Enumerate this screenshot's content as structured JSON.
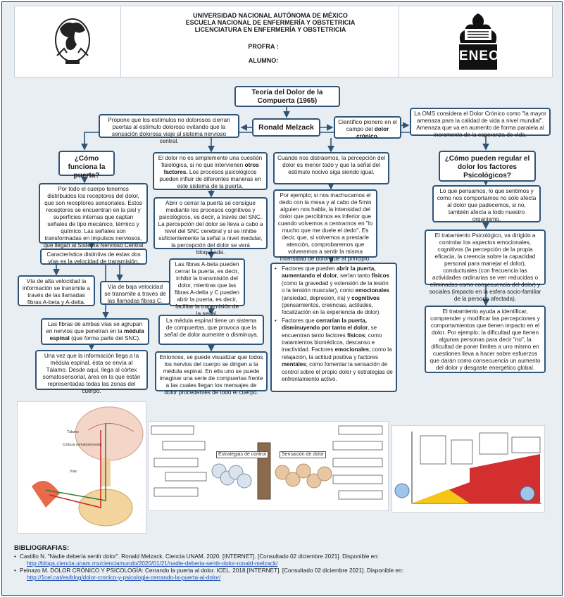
{
  "header": {
    "line1": "UNIVERSIDAD NACIONAL AUTÓNOMA DE   MÉXICO",
    "line2": "ESCUELA NACIONAL DE ENFERMERÍA Y   OBSTETRICIA",
    "line3": "LICENCIATURA EN ENFERMERÍA Y   OBSTETRICIA",
    "profesor": "PROFRA :",
    "alumno": "ALUMNO:",
    "eneo_text": "ENEO"
  },
  "map": {
    "title": "Teoría del Dolor de la Compuerta (1965)",
    "author": "Ronald Melzack",
    "propone": "Propone que los estímulos no dolorosos cierran puertas al estímulo doloroso evitando que la sensación dolorosa viaje al sistema nervioso central.",
    "cientifico_a": "Científico pionero en el campo del ",
    "cientifico_b": "dolor crónico.",
    "oms": "La OMS considera el Dolor Crónico como \"la mayor amenaza para la calidad de vida a nivel mundial\". Amenaza que va en aumento de forma paralela al incremento de la esperanza de vida.",
    "como_funciona": "¿Cómo funciona la puerta?",
    "todo_cuerpo": "Por todo el cuerpo tenemos distribuidos los receptores del dolor, que son receptores sensoriales. Estos receptores se encuentran en la piel y superficies internas que captan señales de tipo mecánico, térmico y químico. Las señales son transformadas en impulsos nerviosos, que llegan al Sistema Nervioso Central (SNC) a través de dos vías.",
    "caracteristica": "Característica distintiva de estas dos vías es la velocidad de transmisión.",
    "alta_vel": "Vía de alta velocidad la información se transmite a través de las llamadas fibras A-beta y A-delta.",
    "baja_vel": "Vía de baja velocidad se transmite a través de las llamadas fibras C.",
    "agrupan_a": "Las fibras de ambas vías se agrupan en nervios que penetran en la ",
    "agrupan_b": "médula espinal",
    "agrupan_c": " (que forma parte del SNC).",
    "una_vez": "Una vez que la información llega a la médula espinal, ésta se envía al Tálamo. Desde aquí, llega al córtex somatosensorial, área en la que están representadas todas las zonas del cuerpo.",
    "no_es_a": "El dolor no es simplemente una cuestión fisiológica, si no que intervienen ",
    "no_es_b": "otros factores.",
    "no_es_c": " Los procesos psicológicos pueden influir de diferentes maneras en este sistema de la puerta.",
    "abrir_cerrar": "Abrir o cerrar la puerta se consigue mediante los procesos cognitivos y psicológicos, es decir, a través del SNC. La percepción del dolor se lleva a cabo a nivel del SNC cerebral y si se inhibe suficientemente la señal a nivel medular, la percepción del dolor se verá bloqueada.",
    "fibras_abeta": "Las fibras A-beta pueden cerrar la puerta, es decir, inhibir la transmisión del dolor, mientras que las fibras A-delta y C pueden abrir la puerta, es decir, facilitar la transmisión de la señal.",
    "medula_tiene": "La médula espinal tiene un sistema de compuertas, que provoca que la señal de dolor aumente o disminuya.",
    "entonces": "Entonces, se puede visualizar que todos los nervios del cuerpo se dirigen a la médula espinal. En ella uno se puede imaginar una serie de compuertas frente a las cuales llegan los mensajes de dolor procedentes de todo el cuerpo.",
    "cuando_nos": "Cuando nos distraemos, la percepción del dolor es menor todo y que la señal del estímulo nocivo siga siendo igual.",
    "por_ejemplo": "Por ejemplo; si nos machucamos el dedo con la mesa y al cabo de 5min alguien nos habla, la intensidad del dolor que percibimos es inferior que cuando volvemos a centrarnos en \"lo mucho que me duele el dedo\". Es decir, que, si volvemos a prestarle atención, comprobaremos que volveremos a sentir la misma intensidad de dolor que al principio.",
    "factores1_a": "Factores que pueden ",
    "factores1_b": "abrir la puerta, aumentando el dolor",
    "factores1_c": ", serían tanto ",
    "factores1_d": "físicos",
    "factores1_e": " (como la gravedad y extensión de la lesión o la tensión muscular), como ",
    "factores1_f": "emocionales",
    "factores1_g": " (ansiedad, depresión, ira) y ",
    "factores1_h": "cognitivos",
    "factores1_i": " (pensamientos, creencias, actitudes, focalización en la experiencia de dolor).",
    "factores2_a": "Factores que ",
    "factores2_b": "cerrarían la puerta, disminuyendo por tanto el dolor",
    "factores2_c": ", se encuentran tanto factores ",
    "factores2_d": "físicos",
    "factores2_e": "; como tratamientos biomédicos, descanso e inactividad. Factores ",
    "factores2_f": "emocionales",
    "factores2_g": "; como la relajación, la actitud positiva y factores ",
    "factores2_h": "mentales",
    "factores2_i": "; como fomentar la sensación de control sobre el propio dolor y estrategias de enfrentamiento activo.",
    "como_regular": "¿Cómo pueden regular el dolor los factores Psicológicos?",
    "lo_que": "Lo que pensamos, lo que sentimos y como nos comportamos no sólo afecta al dolor que padecemos, si no, también afecta a todo nuestro organismo.",
    "tratamiento": "El tratamiento Psicológico, va dirigido a controlar los aspectos emocionales, cognitivos (la percepción de la propia eficacia, la creencia sobre la capacidad personal para manejar el dolor), conductuales (con frecuencia las actividades ordinarias se ven reducidas o eliminadas como consecuencia del dolor) y sociales (impacto en la esfera socio-familiar de la persona afectada).",
    "ayuda": "El tratamiento ayuda a identificar, comprender y modificar las percepciones y comportamientos que tienen impacto en el dolor. Por ejemplo; la dificultad que tienen algunas personas para decir \"no\", la dificultad de poner límites a uno mismo en cuestiones lleva a hacer sobre esfuerzos que darán como consecuencia un aumento del dolor y desgaste energético global."
  },
  "images": {
    "img1_labels": [
      "Tálamo",
      "Corteza somatosensorial",
      "Vías"
    ],
    "img2_labels": [
      "Estrategias de control",
      "Sensación de dolor"
    ]
  },
  "bibliography": {
    "heading": "BIBLIOGRAFIAS:",
    "entry1": "Castillo N. \"Nadie debería sentir dolor\". Ronald Melzack. Ciencia UNAM. 2020. [INTERNET]. [Consultado 02 diciembre 2021]. Disponible en:",
    "url1": "http://blogs.ciencia.unam.mx/cienciamundo/2020/01/21/nadie-deberia-sentir-dolor-ronald-melzack/",
    "entry2": "Peinazo M. DOLOR CRÓNICO Y PSICOLOGÍA: Cerrando la puerta al dolor. ICEL. 2018.[INTERNET]. [Consultado 02 diciembre 2021]. Disponible en:",
    "url2": "http://1cel.cat/es/blog/dolor-cronico-y-psicologia-cerrando-la-puerta-al-dolor/"
  },
  "colors": {
    "border": "#2e5578",
    "bg": "#e9eef3",
    "link": "#1a4fb8"
  }
}
